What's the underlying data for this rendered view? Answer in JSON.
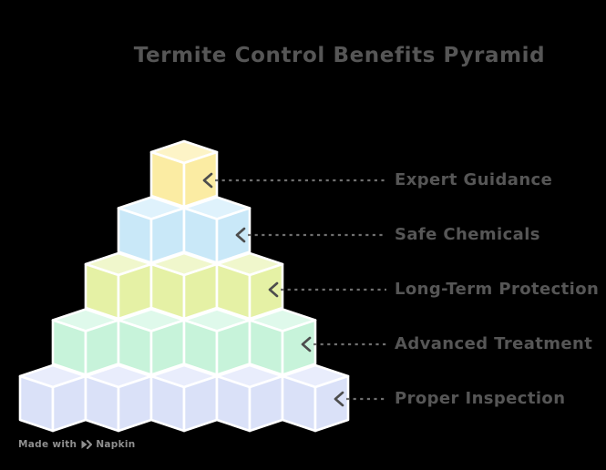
{
  "title": "Termite Control Benefits Pyramid",
  "watermark": {
    "prefix": "Made with",
    "brand": "Napkin"
  },
  "colors": {
    "background": "#000000",
    "title_text": "#565656",
    "label_text": "#565656",
    "connector_arrow": "#4d4d4d",
    "connector_dots": "#6f6f6f",
    "cube_stroke": "#ffffff",
    "watermark_text": "#8f8f8f"
  },
  "icons": {
    "arrow": "left-chevron-arrow-icon",
    "watermark_logo": "napkin-logo-icon"
  },
  "chart_data": {
    "type": "pyramid",
    "style": "isometric-cubes",
    "title": "Termite Control Benefits Pyramid",
    "levels": [
      {
        "rank": 1,
        "label": "Expert Guidance",
        "cubes": 1,
        "side_color": "#FBECA3",
        "top_color": "#FDF4C7"
      },
      {
        "rank": 2,
        "label": "Safe Chemicals",
        "cubes": 2,
        "side_color": "#C9E8F8",
        "top_color": "#DFF2FC"
      },
      {
        "rank": 3,
        "label": "Long-Term Protection",
        "cubes": 3,
        "side_color": "#E5F1A5",
        "top_color": "#F0F7CC"
      },
      {
        "rank": 4,
        "label": "Advanced Treatment",
        "cubes": 4,
        "side_color": "#C7F3DA",
        "top_color": "#DFF9EB"
      },
      {
        "rank": 5,
        "label": "Proper Inspection",
        "cubes": 5,
        "side_color": "#DAE1F8",
        "top_color": "#E9EDFC"
      }
    ]
  }
}
